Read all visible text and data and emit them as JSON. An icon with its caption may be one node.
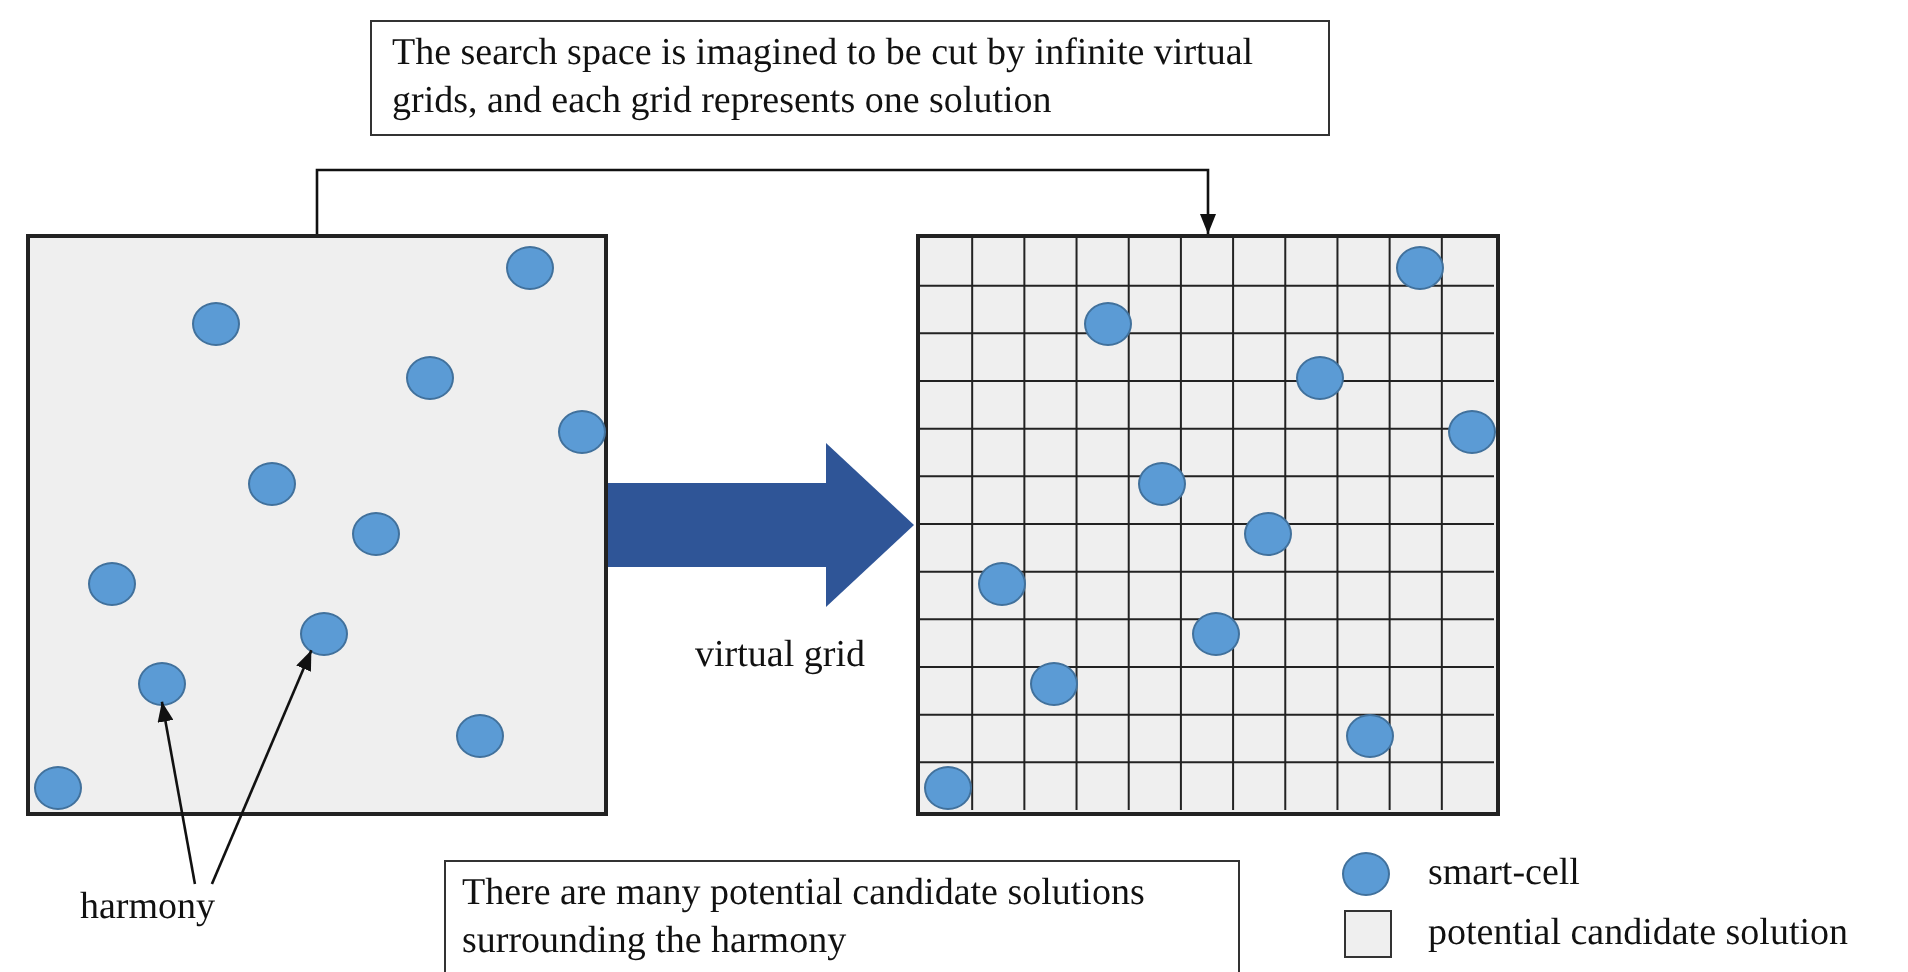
{
  "diagram": {
    "nodes": [
      {
        "text": [],
        "shape": "box"
      },
      {
        "text": [],
        "shape": "circle",
        "in": 0
      },
      {
        "text": [],
        "shape": "circle",
        "in": 0
      },
      {
        "text": [],
        "shape": "box"
      },
      {
        "text": [
          "harmony"
        ]
      },
      {
        "text": [
          "There are many potential candidate solutions surrounding the harmony"
        ]
      }
    ],
    "edges": [
      {
        "from": 0,
        "to": 3,
        "arrow": "to",
        "label": "The search space is imagined to be cut by infinite virtual grids, and each grid represents one solution"
      },
      {
        "from": 0,
        "to": 3,
        "arrow": "to",
        "label": "virtual grid",
        "style": "thick",
        "color": "#2f5597"
      },
      {
        "from": 4,
        "to": 1,
        "arrow": "to"
      },
      {
        "from": 4,
        "to": 2,
        "arrow": "to"
      }
    ],
    "legend": [
      {
        "text": "smart-cell"
      },
      {
        "text": "potential candidate solution"
      }
    ]
  }
}
